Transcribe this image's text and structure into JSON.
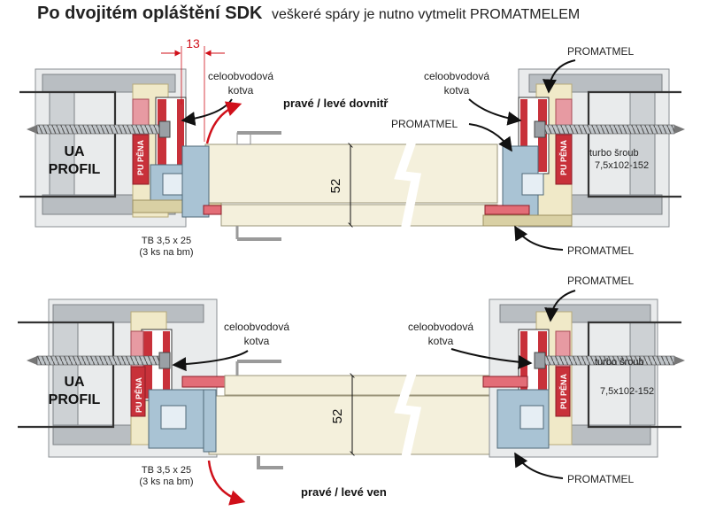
{
  "title": {
    "main": "Po dvojitém opláštění SDK",
    "sub": "veškeré spáry je nutno vytmelit PROMATMELEM"
  },
  "top": {
    "dim_13": "13",
    "kotva_left": [
      "celoobvodová",
      "kotva"
    ],
    "kotva_right": [
      "celoobvodová",
      "kotva"
    ],
    "direction": "pravé / levé dovnitř",
    "promatmel_top": "PROMATMEL",
    "promatmel_mid": "PROMATMEL",
    "promatmel_bottom": "PROMATMEL",
    "ua_profil": [
      "UA",
      "PROFIL"
    ],
    "pu_pena_left": "PU PĚNA",
    "pu_pena_right": "PU PĚNA",
    "dim_52": "52",
    "screw": [
      "turbo šroub",
      "7,5x102-152"
    ],
    "tb": [
      "TB 3,5 x 25",
      "(3 ks na bm)"
    ]
  },
  "bottom": {
    "kotva_left": [
      "celoobvodová",
      "kotva"
    ],
    "kotva_right": [
      "celoobvodová",
      "kotva"
    ],
    "direction": "pravé / levé ven",
    "promatmel_top": "PROMATMEL",
    "promatmel_bottom": "PROMATMEL",
    "ua_profil": [
      "UA",
      "PROFIL"
    ],
    "pu_pena_left": "PU PĚNA",
    "pu_pena_right": "PU PĚNA",
    "dim_52": "52",
    "screw": [
      "turbo šroub",
      "7,5x102-152"
    ],
    "tb": [
      "TB 3,5 x 25",
      "(3 ks na bm)"
    ]
  }
}
